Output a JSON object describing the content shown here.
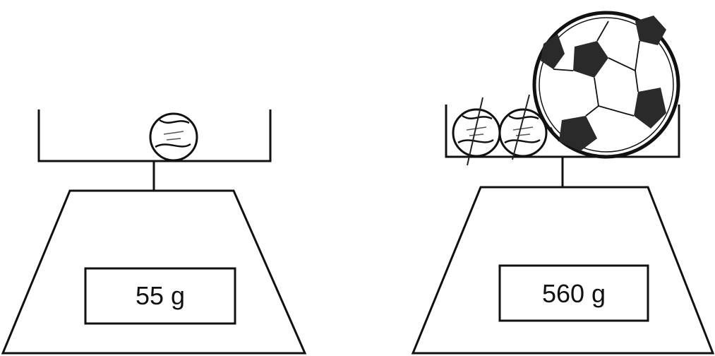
{
  "scales": [
    {
      "reading": "55 g",
      "pan_contents": [
        "tennis-ball"
      ]
    },
    {
      "reading": "560 g",
      "pan_contents": [
        "tennis-ball",
        "tennis-ball",
        "soccer-ball"
      ]
    }
  ],
  "colors": {
    "ink": "#111111",
    "ball_patch": "#2a2a2a",
    "background": "#ffffff"
  }
}
